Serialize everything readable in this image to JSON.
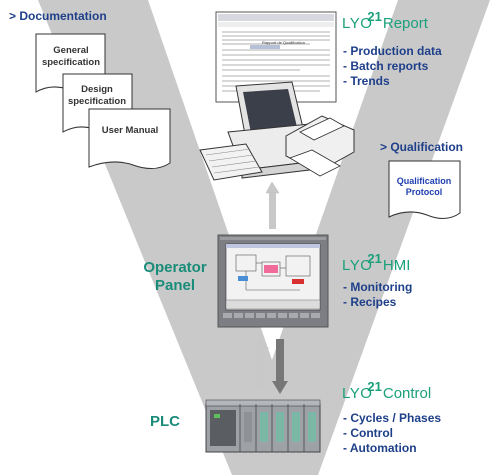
{
  "documentation": {
    "header": "> Documentation",
    "docs": [
      "General specification",
      "Design specification",
      "User Manual"
    ]
  },
  "report": {
    "brand": "LYO",
    "superscript": "21",
    "suffix": "Report",
    "items": [
      "- Production data",
      "- Batch reports",
      "- Trends"
    ],
    "screen_title": "Rapport de Qualification"
  },
  "qualification": {
    "header": "> Qualification",
    "doc": "Qualification Protocol"
  },
  "operator_panel": {
    "label": "Operator Panel",
    "brand": "LYO",
    "superscript": "21",
    "suffix": "HMI",
    "items": [
      "- Monitoring",
      "- Recipes"
    ]
  },
  "plc": {
    "label": "PLC",
    "brand": "LYO",
    "superscript": "21",
    "suffix": "Control",
    "items": [
      "- Cycles / Phases",
      "- Control",
      "- Automation"
    ]
  },
  "colors": {
    "v_shape": "#c9c9c9",
    "title_green": "#1aa07a",
    "list_blue": "#1e3f8a",
    "panel_label_teal": "#1a8c7a"
  }
}
